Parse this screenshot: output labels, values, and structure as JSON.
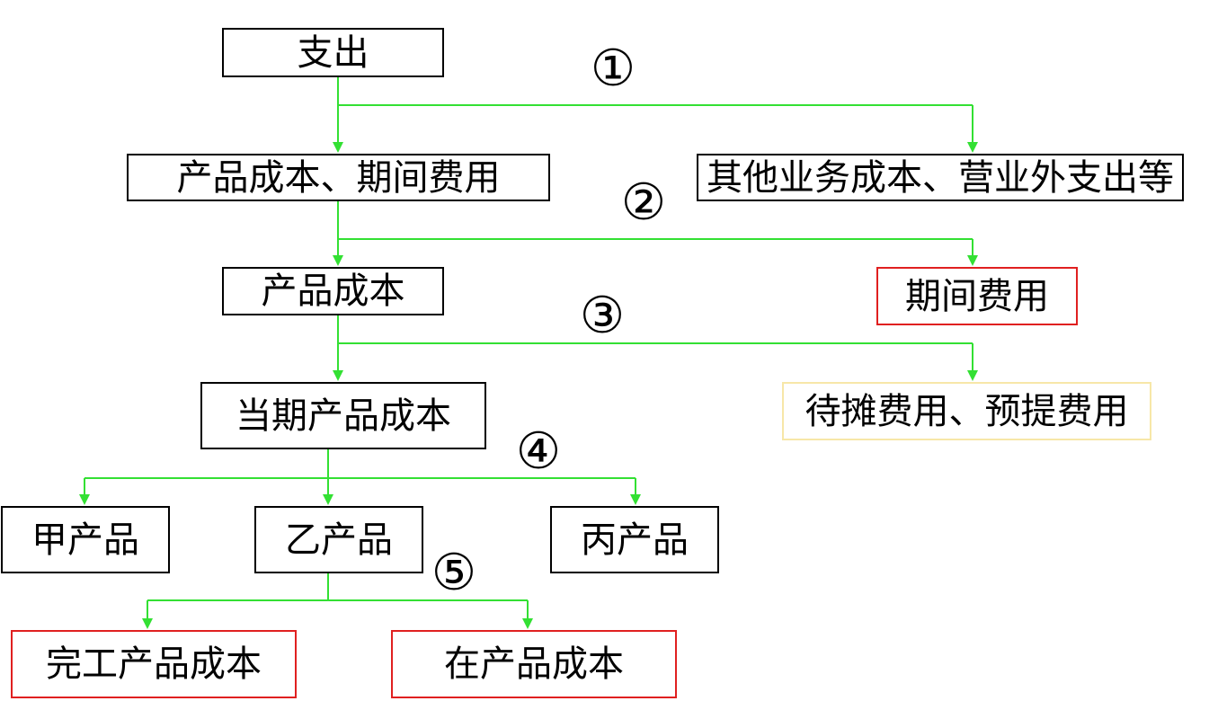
{
  "colors": {
    "connector": "#33e033",
    "box_border": "#000000",
    "highlight_red": "#e02020",
    "highlight_yellow": "#f7e7a8"
  },
  "nodes": {
    "expenditure": "支出",
    "product_and_period_cost": "产品成本、期间费用",
    "other_costs": "其他业务成本、营业外支出等",
    "product_cost": "产品成本",
    "period_expense": "期间费用",
    "current_product_cost": "当期产品成本",
    "deferred_accrued": "待摊费用、预提费用",
    "product_a": "甲产品",
    "product_b": "乙产品",
    "product_c": "丙产品",
    "finished_cost": "完工产品成本",
    "wip_cost": "在产品成本"
  },
  "steps": [
    "①",
    "②",
    "③",
    "④",
    "⑤"
  ]
}
